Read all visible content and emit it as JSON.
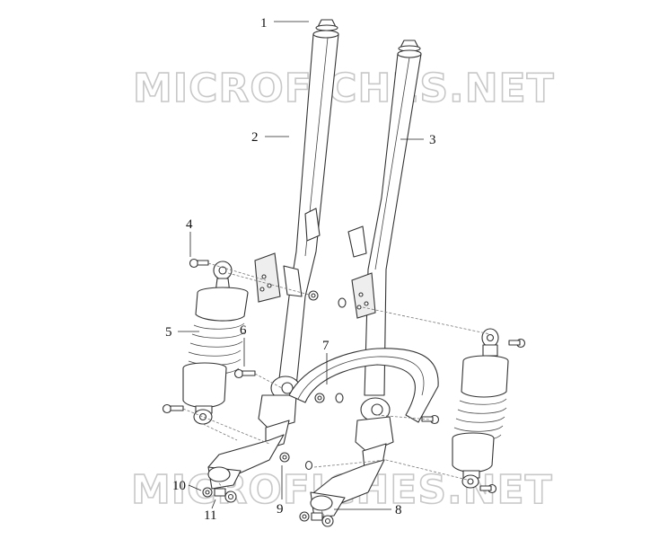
{
  "watermark": {
    "text": "MICROFICHES.NET"
  },
  "callouts": [
    {
      "id": "1",
      "label": "1"
    },
    {
      "id": "2",
      "label": "2"
    },
    {
      "id": "3",
      "label": "3"
    },
    {
      "id": "4",
      "label": "4"
    },
    {
      "id": "5",
      "label": "5"
    },
    {
      "id": "6",
      "label": "6"
    },
    {
      "id": "7",
      "label": "7"
    },
    {
      "id": "8",
      "label": "8"
    },
    {
      "id": "9",
      "label": "9"
    },
    {
      "id": "10",
      "label": "10"
    },
    {
      "id": "11",
      "label": "11"
    }
  ]
}
